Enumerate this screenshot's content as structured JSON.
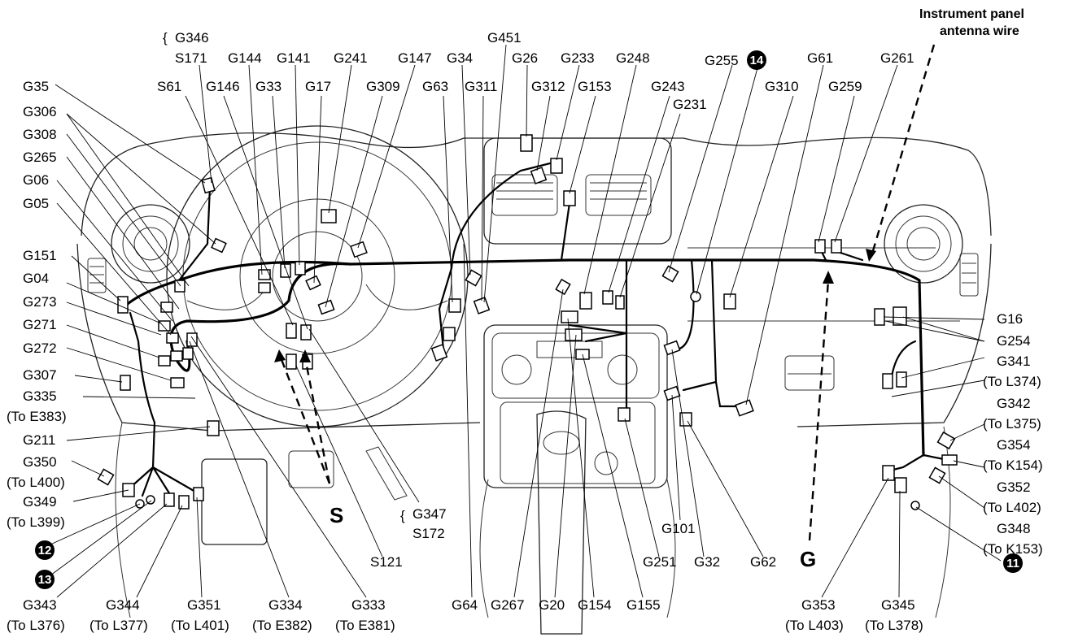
{
  "labels": {
    "G346": "G346",
    "S171": "S171",
    "G144": "G144",
    "G141": "G141",
    "G241": "G241",
    "G147": "G147",
    "G34": "G34",
    "G451": "G451",
    "G26": "G26",
    "G233": "G233",
    "G248": "G248",
    "G255": "G255",
    "G61": "G61",
    "G261": "G261",
    "G35": "G35",
    "S61": "S61",
    "G146": "G146",
    "G33": "G33",
    "G17": "G17",
    "G309": "G309",
    "G63": "G63",
    "G311": "G311",
    "G312": "G312",
    "G153": "G153",
    "G243": "G243",
    "G231": "G231",
    "G310": "G310",
    "G259": "G259",
    "G306": "G306",
    "G308": "G308",
    "G265": "G265",
    "G06": "G06",
    "G05": "G05",
    "G151": "G151",
    "G04": "G04",
    "G273": "G273",
    "G271": "G271",
    "G272": "G272",
    "G307": "G307",
    "G335": "G335",
    "G335_to": "(To E383)",
    "G211": "G211",
    "G350": "G350",
    "G350_to": "(To L400)",
    "G349": "G349",
    "G349_to": "(To L399)",
    "G343": "G343",
    "G343_to": "(To L376)",
    "G344": "G344",
    "G344_to": "(To L377)",
    "G351": "G351",
    "G351_to": "(To L401)",
    "G334": "G334",
    "G334_to": "(To E382)",
    "G333": "G333",
    "G333_to": "(To E381)",
    "S121": "S121",
    "G347": "G347",
    "S172": "S172",
    "G64": "G64",
    "G267": "G267",
    "G20": "G20",
    "G154": "G154",
    "G155": "G155",
    "G251": "G251",
    "G101": "G101",
    "G32": "G32",
    "G62": "G62",
    "G353": "G353",
    "G353_to": "(To L403)",
    "G345": "G345",
    "G345_to": "(To L378)",
    "G16": "G16",
    "G254": "G254",
    "G341": "G341",
    "G341_to": "(To L374)",
    "G342": "G342",
    "G342_to": "(To L375)",
    "G354": "G354",
    "G354_to": "(To K154)",
    "G352": "G352",
    "G352_to": "(To L402)",
    "G348": "G348",
    "G348_to": "(To K153)"
  },
  "views": {
    "S": "S",
    "G": "G"
  },
  "badges": {
    "n14": "14",
    "n12": "12",
    "n13": "13",
    "n11": "11"
  },
  "note": {
    "line1": "Instrument panel",
    "line2": "antenna wire"
  }
}
